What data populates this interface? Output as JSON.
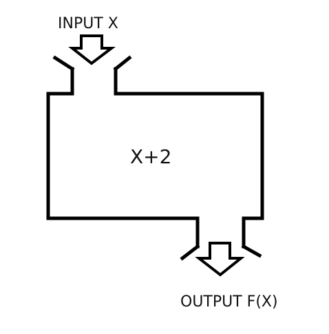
{
  "diagram": {
    "input_label": "INPUT X",
    "function_label": "X+2",
    "output_label": "OUTPUT F(X)"
  }
}
